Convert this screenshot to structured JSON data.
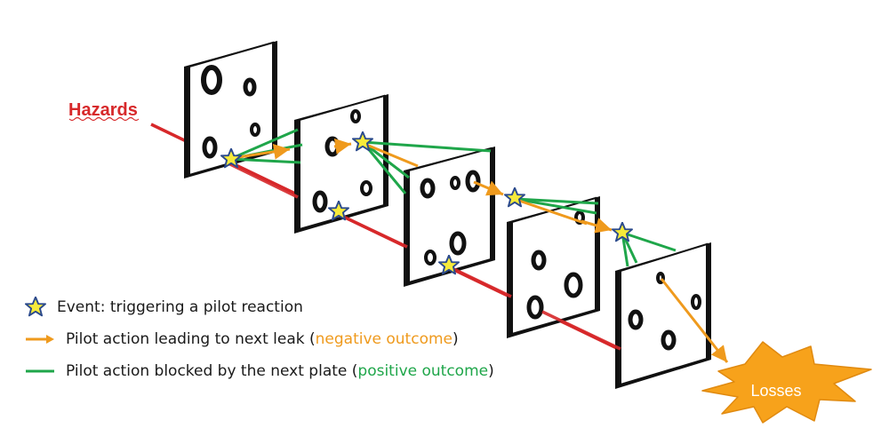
{
  "labels": {
    "hazards": "Hazards",
    "losses": "Losses"
  },
  "legend": {
    "event": "Event: triggering a pilot reaction",
    "negative_prefix": "Pilot action leading to next leak (",
    "negative_word": "negative outcome",
    "negative_suffix": ")",
    "positive_prefix": "Pilot action blocked by the next plate (",
    "positive_word": "positive outcome",
    "positive_suffix": ")"
  },
  "colors": {
    "hazard_line": "#d7282a",
    "hazard_text": "#d7282a",
    "negative_arrow": "#ef9a1d",
    "positive_line": "#1fa64a",
    "star_fill": "#f6ea3a",
    "star_stroke": "#2b4a8c",
    "losses_burst": "#f7a21b",
    "plate_face": "#ffffff",
    "plate_edge": "#111111"
  },
  "icons": {
    "event": "star-icon",
    "negative": "orange-arrow-icon",
    "positive": "green-line-icon",
    "losses": "explosion-burst-icon"
  }
}
